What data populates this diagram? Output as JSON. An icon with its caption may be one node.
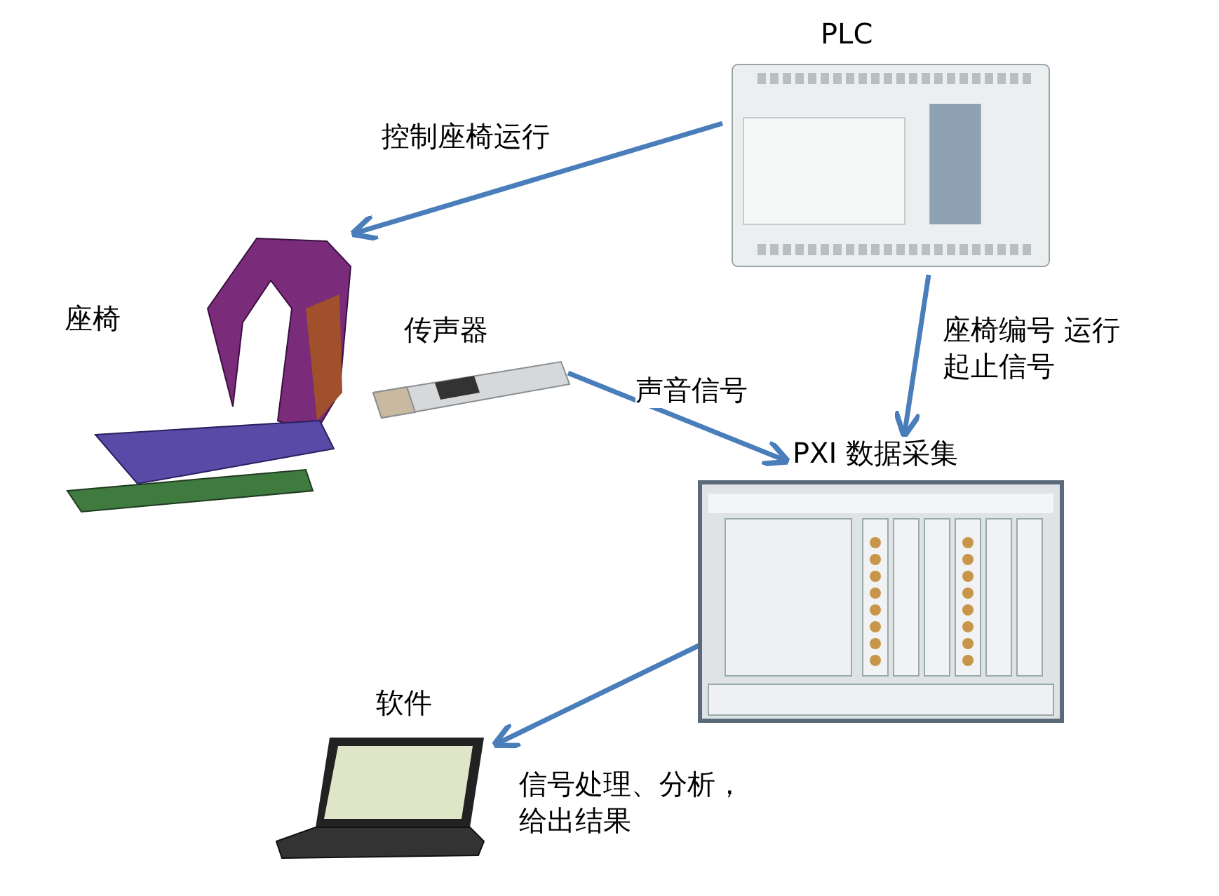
{
  "diagram": {
    "nodes": [
      {
        "text": [
          "PLC"
        ]
      },
      {
        "text": [
          "座椅"
        ]
      },
      {
        "text": [
          "传声器"
        ]
      },
      {
        "text": [
          "PXI 数据采集"
        ]
      },
      {
        "text": [
          "软件"
        ],
        "beside": [
          "信号处理、分析，给出结果"
        ]
      }
    ],
    "edges": [
      {
        "from": 0,
        "to": 1,
        "arrow": "to",
        "label": "控制座椅运行"
      },
      {
        "from": 0,
        "to": 3,
        "arrow": "to",
        "label": "座椅编号 运行起止信号"
      },
      {
        "from": 2,
        "to": 3,
        "arrow": "to",
        "label": "声音信号"
      },
      {
        "from": 3,
        "to": 4,
        "arrow": "to"
      }
    ]
  }
}
